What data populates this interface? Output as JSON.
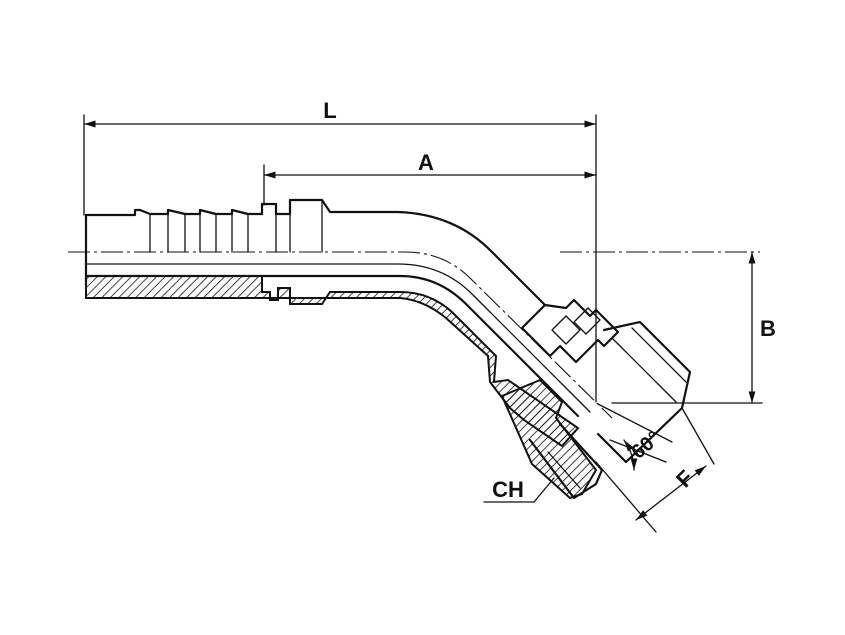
{
  "labels": {
    "L": "L",
    "A": "A",
    "B": "B",
    "CH": "CH",
    "F": "F",
    "angle": "60°"
  },
  "colors": {
    "line": "#111111",
    "background": "#ffffff"
  }
}
